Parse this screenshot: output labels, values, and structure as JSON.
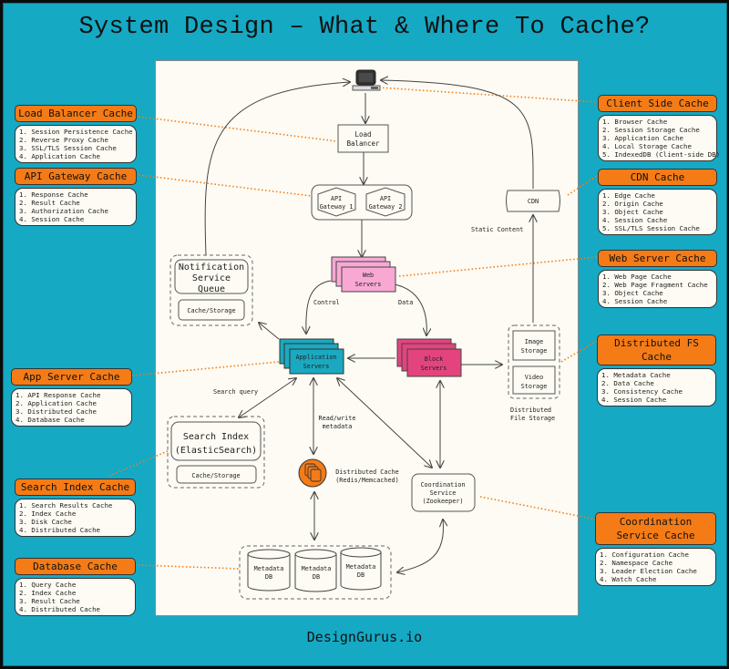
{
  "title": "System Design – What & Where To Cache?",
  "footer": "DesignGurus.io",
  "colors": {
    "background": "#15a9c4",
    "canvas": "#fdfbf3",
    "cache_badge": "#f47b16",
    "connector": "#f47b16",
    "web_servers": "#f9a8d4",
    "application_servers": "#1aa9c0",
    "block_servers": "#e4447e",
    "distributed_cache": "#f47b16"
  },
  "nodes": {
    "client": "client-computer",
    "load_balancer": [
      "Load",
      "Balancer"
    ],
    "api_gateway_1": [
      "API",
      "Gateway 1"
    ],
    "api_gateway_2": [
      "API",
      "Gateway 2"
    ],
    "cdn": "CDN",
    "static_content": "Static Content",
    "notification_queue": [
      "Notification",
      "Service",
      "Queue"
    ],
    "notification_storage": "Cache/Storage",
    "web_servers": [
      "Web",
      "Servers"
    ],
    "control": "Control",
    "data": "Data",
    "application_servers": [
      "Application",
      "Servers"
    ],
    "block_servers": [
      "Block",
      "Servers"
    ],
    "image_storage": [
      "Image",
      "Storage"
    ],
    "video_storage": [
      "Video",
      "Storage"
    ],
    "distributed_file_storage": [
      "Distributed",
      "File Storage"
    ],
    "search_query": "Search query",
    "read_write": [
      "Read/write",
      "metadata"
    ],
    "search_index": [
      "Search Index",
      "(ElasticSearch)"
    ],
    "search_storage": "Cache/Storage",
    "distributed_cache": [
      "Distributed Cache",
      "(Redis/Memcached)"
    ],
    "coordination": [
      "Coordination",
      "Service",
      "(Zookeeper)"
    ],
    "metadata_db": [
      [
        "Metadata",
        "DB"
      ],
      [
        "Metadata",
        "DB"
      ],
      [
        "Metadata",
        "DB"
      ]
    ]
  },
  "caches": {
    "load_balancer": {
      "title": "Load Balancer Cache",
      "items": [
        "1. Session Persistence Cache",
        "2. Reverse Proxy Cache",
        "3. SSL/TLS Session Cache",
        "4. Application Cache"
      ]
    },
    "api_gateway": {
      "title": "API Gateway Cache",
      "items": [
        "1. Response Cache",
        "2. Result Cache",
        "3. Authorization Cache",
        "4. Session Cache"
      ]
    },
    "app_server": {
      "title": "App Server Cache",
      "items": [
        "1. API Response Cache",
        "2. Application Cache",
        "3. Distributed Cache",
        "4. Database Cache"
      ]
    },
    "search_index": {
      "title": "Search Index Cache",
      "items": [
        "1. Search Results Cache",
        "2. Index Cache",
        "3. Disk Cache",
        "4. Distributed Cache"
      ]
    },
    "database": {
      "title": "Database Cache",
      "items": [
        "1. Query Cache",
        "2. Index Cache",
        "3. Result Cache",
        "4. Distributed Cache"
      ]
    },
    "client_side": {
      "title": "Client Side Cache",
      "items": [
        "1. Browser Cache",
        "2. Session Storage Cache",
        "3. Application Cache",
        "4. Local Storage Cache",
        "5. IndexedDB (Client-side DB)"
      ]
    },
    "cdn": {
      "title": "CDN Cache",
      "items": [
        "1. Edge Cache",
        "2. Origin Cache",
        "3. Object Cache",
        "4. Session Cache",
        "5. SSL/TLS Session Cache"
      ]
    },
    "web_server": {
      "title": "Web Server Cache",
      "items": [
        "1. Web Page Cache",
        "2. Web Page Fragment Cache",
        "3. Object Cache",
        "4. Session Cache"
      ]
    },
    "distributed_fs": {
      "title": "Distributed FS Cache",
      "items": [
        "1. Metadata Cache",
        "2. Data Cache",
        "3. Consistency Cache",
        "4. Session Cache"
      ]
    },
    "coordination": {
      "title": "Coordination Service Cache",
      "items": [
        "1. Configuration Cache",
        "2. Namespace Cache",
        "3. Leader Election Cache",
        "4. Watch Cache"
      ]
    }
  }
}
